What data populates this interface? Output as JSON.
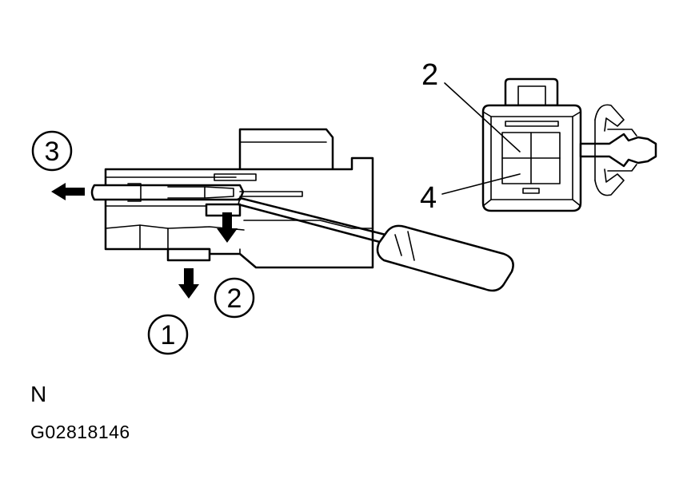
{
  "steps": {
    "step1": "1",
    "step2": "2",
    "step3": "3"
  },
  "callouts": {
    "upper_cavity": "2",
    "lower_cavity": "4"
  },
  "view_letter": "N",
  "figure_id": "G02818146",
  "colors": {
    "line": "#000000",
    "background": "#ffffff"
  }
}
